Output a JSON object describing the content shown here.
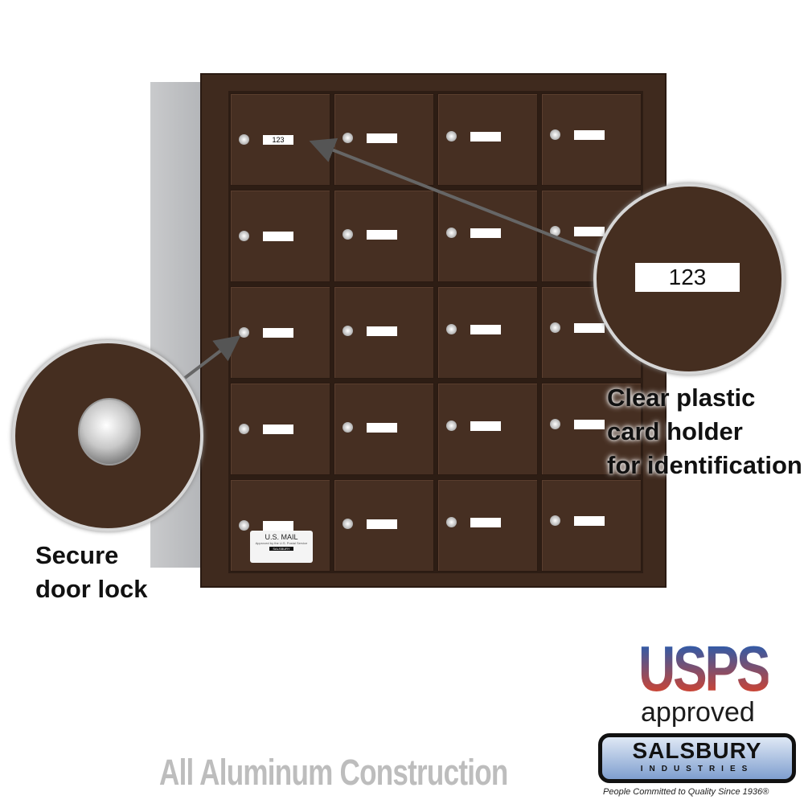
{
  "mailbox": {
    "rows": 5,
    "cols": 4,
    "sample_card": "123",
    "color": "#462f22"
  },
  "usps_label": {
    "title": "U.S. MAIL",
    "sub": "Approved by the U.S. Postal Service",
    "brand": "SALSBURY"
  },
  "callouts": {
    "card_holder": [
      "Clear plastic",
      "card holder",
      "for identification"
    ],
    "card_number": "123",
    "lock": [
      "Secure",
      "door lock"
    ]
  },
  "logos": {
    "usps": "USPS",
    "approved": "approved",
    "salsbury": "SALSBURY",
    "industries": "INDUSTRIES",
    "tagline": "People Committed to Quality Since 1936®"
  },
  "footer": "All Aluminum Construction"
}
